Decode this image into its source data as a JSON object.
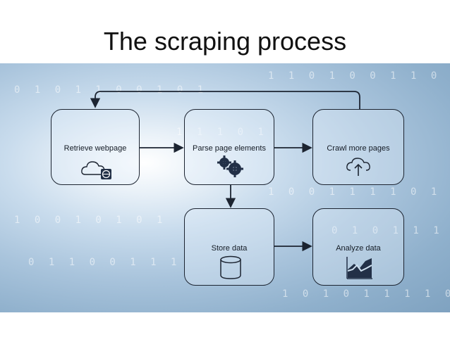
{
  "title": "The scraping process",
  "boxes": {
    "retrieve": "Retrieve webpage",
    "parse": "Parse page elements",
    "crawl": "Crawl more pages",
    "store": "Store data",
    "analyze": "Analyze data"
  },
  "icons": {
    "retrieve": "cloud-globe-icon",
    "parse": "gears-icon",
    "crawl": "cloud-upload-icon",
    "store": "database-icon",
    "analyze": "area-chart-icon"
  },
  "colors": {
    "stroke": "#1c2431",
    "panel": "#a9c4dc"
  }
}
